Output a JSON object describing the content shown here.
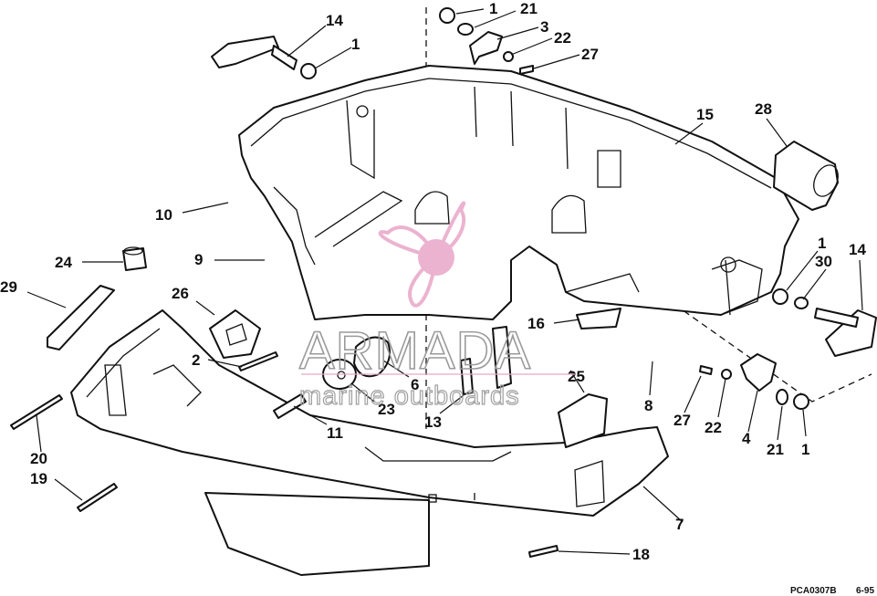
{
  "callouts": [
    {
      "id": "p14a",
      "text": "14"
    },
    {
      "id": "p1a",
      "text": "1"
    },
    {
      "id": "p1b",
      "text": "1"
    },
    {
      "id": "p21a",
      "text": "21"
    },
    {
      "id": "p3",
      "text": "3"
    },
    {
      "id": "p22a",
      "text": "22"
    },
    {
      "id": "p27a",
      "text": "27"
    },
    {
      "id": "p15",
      "text": "15"
    },
    {
      "id": "p28",
      "text": "28"
    },
    {
      "id": "p10",
      "text": "10"
    },
    {
      "id": "p9",
      "text": "9"
    },
    {
      "id": "p24",
      "text": "24"
    },
    {
      "id": "p29",
      "text": "29"
    },
    {
      "id": "p26",
      "text": "26"
    },
    {
      "id": "p2",
      "text": "2"
    },
    {
      "id": "p1c",
      "text": "1"
    },
    {
      "id": "p30",
      "text": "30"
    },
    {
      "id": "p14b",
      "text": "14"
    },
    {
      "id": "p16",
      "text": "16"
    },
    {
      "id": "p6",
      "text": "6"
    },
    {
      "id": "p25",
      "text": "25"
    },
    {
      "id": "p8",
      "text": "8"
    },
    {
      "id": "p23",
      "text": "23"
    },
    {
      "id": "p13",
      "text": "13"
    },
    {
      "id": "p27b",
      "text": "27"
    },
    {
      "id": "p22b",
      "text": "22"
    },
    {
      "id": "p4",
      "text": "4"
    },
    {
      "id": "p21b",
      "text": "21"
    },
    {
      "id": "p1d",
      "text": "1"
    },
    {
      "id": "p11",
      "text": "11"
    },
    {
      "id": "p20",
      "text": "20"
    },
    {
      "id": "p19",
      "text": "19"
    },
    {
      "id": "p7",
      "text": "7"
    },
    {
      "id": "p18",
      "text": "18"
    }
  ],
  "figure_code": "PCA0307B",
  "figure_date": "6-95",
  "watermark": {
    "name": "ARMADA",
    "tagline": "marine outboards",
    "colors": {
      "logo": "#e8a6c8",
      "name": "#9a9a9a",
      "tagline": "#a0a0a0"
    }
  }
}
